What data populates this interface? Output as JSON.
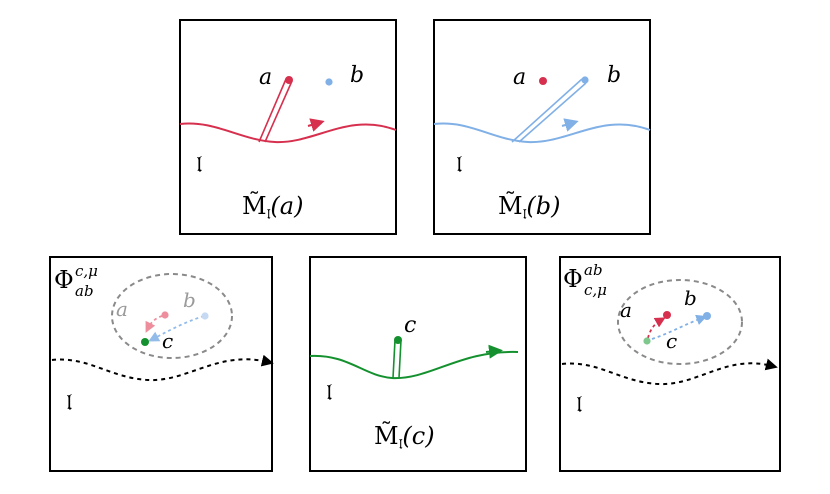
{
  "colors": {
    "red": "#d6304e",
    "blue": "#80b0e6",
    "green": "#14912e",
    "black": "#000000",
    "gray": "#8a8a8a",
    "light_red": "#ee8e9c",
    "light_green": "#7fc88d"
  },
  "panels": {
    "top_left": {
      "point_a": "a",
      "point_b": "b",
      "string_label": "𝔩",
      "caption_op": "M̃",
      "caption_sub": "𝔩",
      "caption_arg": "(a)"
    },
    "top_right": {
      "point_a": "a",
      "point_b": "b",
      "string_label": "𝔩",
      "caption_op": "M̃",
      "caption_sub": "𝔩",
      "caption_arg": "(b)"
    },
    "bottom_left": {
      "symbol": "Φ",
      "sup": "c,μ",
      "sub": "ab",
      "point_a": "a",
      "point_b": "b",
      "point_c": "c",
      "string_label": "𝔩"
    },
    "bottom_middle": {
      "point_c": "c",
      "string_label": "𝔩",
      "caption_op": "M̃",
      "caption_sub": "𝔩",
      "caption_arg": "(c)"
    },
    "bottom_right": {
      "symbol": "Φ",
      "sup": "ab",
      "sub": "c,μ",
      "point_a": "a",
      "point_b": "b",
      "point_c": "c",
      "string_label": "𝔩"
    }
  }
}
